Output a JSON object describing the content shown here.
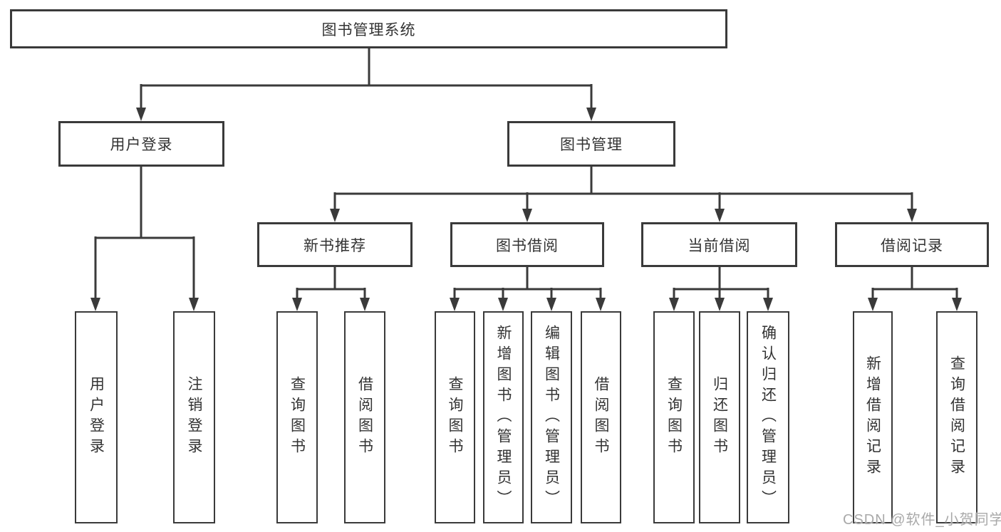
{
  "root": {
    "label": "图书管理系统"
  },
  "branches": {
    "user": {
      "label": "用户登录",
      "leaves": [
        {
          "label": "用户登录"
        },
        {
          "label": "注销登录"
        }
      ]
    },
    "books": {
      "label": "图书管理",
      "groups": [
        {
          "label": "新书推荐",
          "leaves": [
            {
              "label": "查询图书"
            },
            {
              "label": "借阅图书"
            }
          ]
        },
        {
          "label": "图书借阅",
          "leaves": [
            {
              "label": "查询图书"
            },
            {
              "label": "新增图书（管理员）"
            },
            {
              "label": "编辑图书（管理员）"
            },
            {
              "label": "借阅图书"
            }
          ]
        },
        {
          "label": "当前借阅",
          "leaves": [
            {
              "label": "查询图书"
            },
            {
              "label": "归还图书"
            },
            {
              "label": "确认归还（管理员）"
            }
          ]
        },
        {
          "label": "借阅记录",
          "leaves": [
            {
              "label": "新增借阅记录"
            },
            {
              "label": "查询借阅记录"
            }
          ]
        }
      ]
    }
  },
  "watermark": {
    "text": "CSDN @软件_小贺同学"
  },
  "colors": {
    "line": "#3a3a3a",
    "text": "#333333",
    "background": "#ffffff",
    "watermark": "#a9a9a9"
  }
}
